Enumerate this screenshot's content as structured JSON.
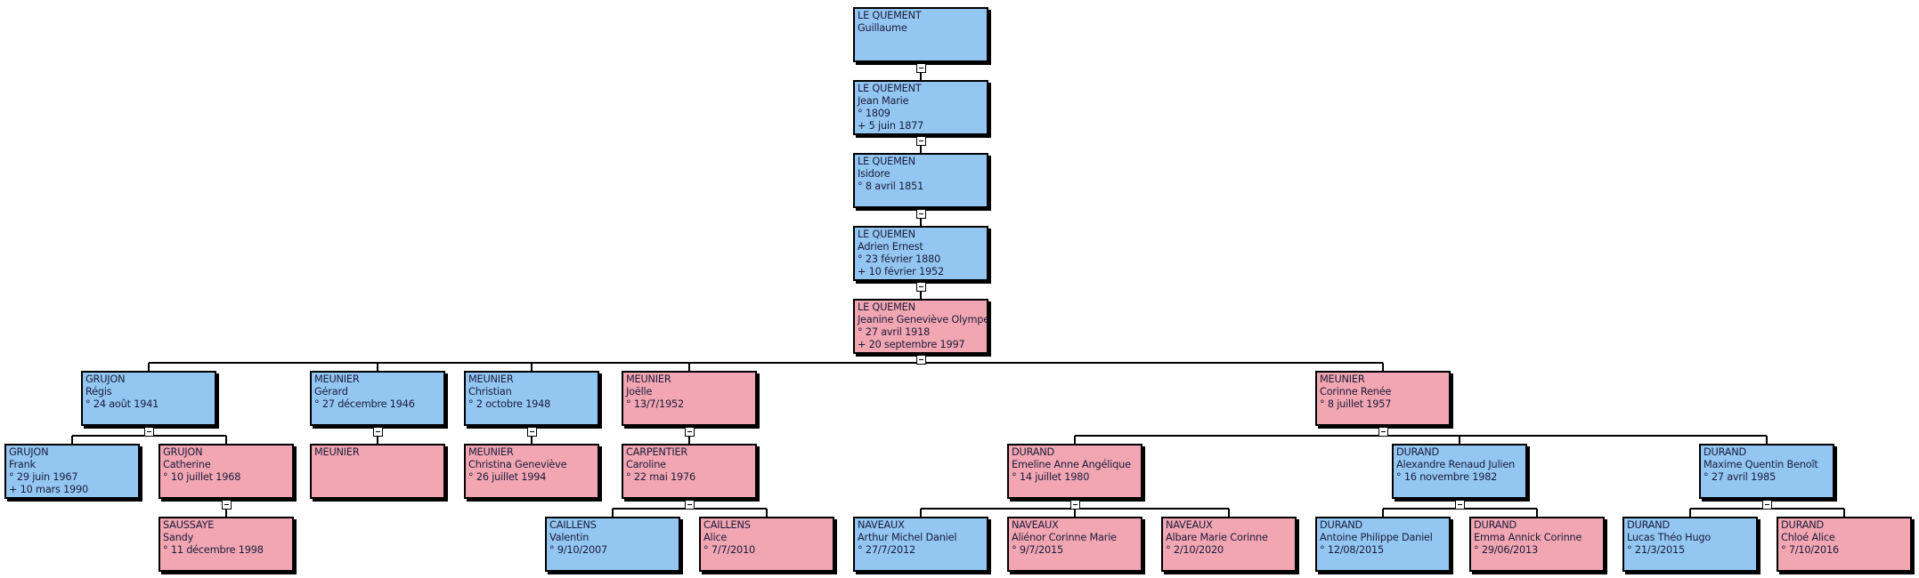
{
  "colors": {
    "male": "#93c7f2",
    "female": "#f1a6b2",
    "line": "#000000",
    "text": "#1b1b3a"
  },
  "toggle_icon": "minus-collapse-icon",
  "persons": [
    {
      "id": "guillaume",
      "parent": null,
      "sex": "male",
      "surname": "LE QUEMENT",
      "given": "Guillaume",
      "birth": "",
      "death": ""
    },
    {
      "id": "jeanmarie",
      "parent": "guillaume",
      "sex": "male",
      "surname": "LE QUEMENT",
      "given": "Jean Marie",
      "birth": "° 1809",
      "death": "+ 5 juin 1877"
    },
    {
      "id": "isidore",
      "parent": "jeanmarie",
      "sex": "male",
      "surname": "LE QUEMEN",
      "given": "Isidore",
      "birth": "° 8 avril 1851",
      "death": ""
    },
    {
      "id": "adrien",
      "parent": "isidore",
      "sex": "male",
      "surname": "LE QUEMEN",
      "given": "Adrien Ernest",
      "birth": "° 23 février 1880",
      "death": "+ 10 février 1952"
    },
    {
      "id": "jeanine",
      "parent": "adrien",
      "sex": "female",
      "surname": "LE QUEMEN",
      "given": "Jeanine Geneviève Olympe",
      "birth": "° 27 avril 1918",
      "death": "+ 20 septembre 1997"
    },
    {
      "id": "regis",
      "parent": "jeanine",
      "sex": "male",
      "surname": "GRUJON",
      "given": "Régis",
      "birth": "° 24 août 1941",
      "death": ""
    },
    {
      "id": "gerard",
      "parent": "jeanine",
      "sex": "male",
      "surname": "MEUNIER",
      "given": "Gérard",
      "birth": "° 27 décembre 1946",
      "death": ""
    },
    {
      "id": "christian",
      "parent": "jeanine",
      "sex": "male",
      "surname": "MEUNIER",
      "given": "Christian",
      "birth": "° 2 octobre 1948",
      "death": ""
    },
    {
      "id": "joelle",
      "parent": "jeanine",
      "sex": "female",
      "surname": "MEUNIER",
      "given": "Joëlle",
      "birth": "° 13/7/1952",
      "death": ""
    },
    {
      "id": "corinne",
      "parent": "jeanine",
      "sex": "female",
      "surname": "MEUNIER",
      "given": "Corinne Renée",
      "birth": "° 8 juillet 1957",
      "death": ""
    },
    {
      "id": "frank",
      "parent": "regis",
      "sex": "male",
      "surname": "GRUJON",
      "given": "Frank",
      "birth": "° 29 juin 1967",
      "death": "+ 10 mars 1990"
    },
    {
      "id": "catherine",
      "parent": "regis",
      "sex": "female",
      "surname": "GRUJON",
      "given": "Catherine",
      "birth": "° 10 juillet 1968",
      "death": ""
    },
    {
      "id": "meunierf",
      "parent": "gerard",
      "sex": "female",
      "surname": "MEUNIER",
      "given": "",
      "birth": "",
      "death": ""
    },
    {
      "id": "christina",
      "parent": "christian",
      "sex": "female",
      "surname": "MEUNIER",
      "given": "Christina Geneviève",
      "birth": "° 26 juillet 1994",
      "death": ""
    },
    {
      "id": "caroline",
      "parent": "joelle",
      "sex": "female",
      "surname": "CARPENTIER",
      "given": "Caroline",
      "birth": "° 22 mai 1976",
      "death": ""
    },
    {
      "id": "emeline",
      "parent": "corinne",
      "sex": "female",
      "surname": "DURAND",
      "given": "Emeline Anne Angélique",
      "birth": "° 14 juillet 1980",
      "death": ""
    },
    {
      "id": "alexandre",
      "parent": "corinne",
      "sex": "male",
      "surname": "DURAND",
      "given": "Alexandre Renaud Julien",
      "birth": "° 16 novembre 1982",
      "death": ""
    },
    {
      "id": "maxime",
      "parent": "corinne",
      "sex": "male",
      "surname": "DURAND",
      "given": "Maxime Quentin Benoît",
      "birth": "° 27 avril 1985",
      "death": ""
    },
    {
      "id": "sandy",
      "parent": "catherine",
      "sex": "female",
      "surname": "SAUSSAYE",
      "given": "Sandy",
      "birth": "° 11 décembre 1998",
      "death": ""
    },
    {
      "id": "valentin",
      "parent": "caroline",
      "sex": "male",
      "surname": "CAILLENS",
      "given": "Valentin",
      "birth": "° 9/10/2007",
      "death": ""
    },
    {
      "id": "alice",
      "parent": "caroline",
      "sex": "female",
      "surname": "CAILLENS",
      "given": "Alice",
      "birth": "° 7/7/2010",
      "death": ""
    },
    {
      "id": "arthur",
      "parent": "emeline",
      "sex": "male",
      "surname": "NAVEAUX",
      "given": "Arthur Michel Daniel",
      "birth": "° 27/7/2012",
      "death": ""
    },
    {
      "id": "alienor",
      "parent": "emeline",
      "sex": "female",
      "surname": "NAVEAUX",
      "given": "Aliénor Corinne Marie",
      "birth": "° 9/7/2015",
      "death": ""
    },
    {
      "id": "albare",
      "parent": "emeline",
      "sex": "female",
      "surname": "NAVEAUX",
      "given": "Albare Marie Corinne",
      "birth": "° 2/10/2020",
      "death": ""
    },
    {
      "id": "antoine",
      "parent": "alexandre",
      "sex": "male",
      "surname": "DURAND",
      "given": "Antoine Philippe Daniel",
      "birth": "° 12/08/2015",
      "death": ""
    },
    {
      "id": "emma",
      "parent": "alexandre",
      "sex": "female",
      "surname": "DURAND",
      "given": "Emma Annick Corinne",
      "birth": "° 29/06/2013",
      "death": ""
    },
    {
      "id": "lucas",
      "parent": "maxime",
      "sex": "male",
      "surname": "DURAND",
      "given": "Lucas Théo Hugo",
      "birth": "° 21/3/2015",
      "death": ""
    },
    {
      "id": "chloe",
      "parent": "maxime",
      "sex": "female",
      "surname": "DURAND",
      "given": "Chloé Alice",
      "birth": "° 7/10/2016",
      "death": ""
    }
  ]
}
